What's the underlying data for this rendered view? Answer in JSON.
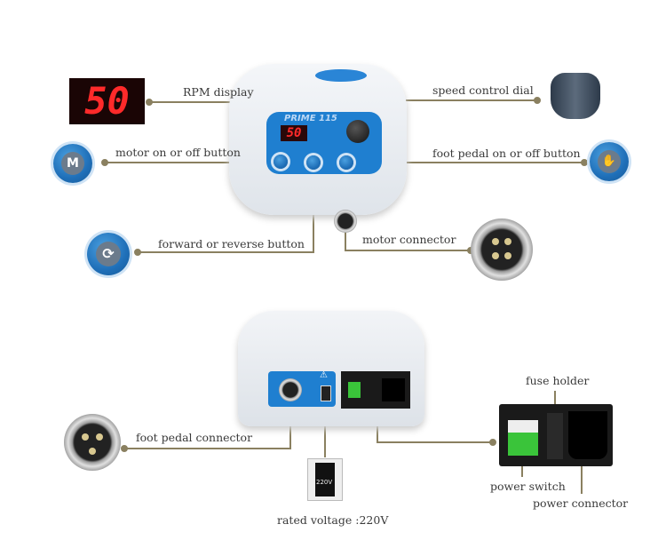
{
  "labels": {
    "rpm_display": "RPM display",
    "speed_dial": "speed control dial",
    "motor_button": "motor on or off button",
    "foot_pedal_button": "foot pedal on or off button",
    "forward_reverse": "forward or reverse button",
    "motor_connector": "motor connector",
    "foot_pedal_connector": "foot pedal connector",
    "rated_voltage": "rated voltage :220V",
    "fuse_holder": "fuse holder",
    "power_switch": "power switch",
    "power_connector": "power connector"
  },
  "device": {
    "model": "PRIME 115",
    "display_value": "50",
    "voltage_marking": "220V",
    "motor_button_glyph": "M"
  },
  "colors": {
    "leader_line": "#8a8060",
    "device_blue": "#1f7fd0",
    "led_red": "#ff2a2a"
  }
}
